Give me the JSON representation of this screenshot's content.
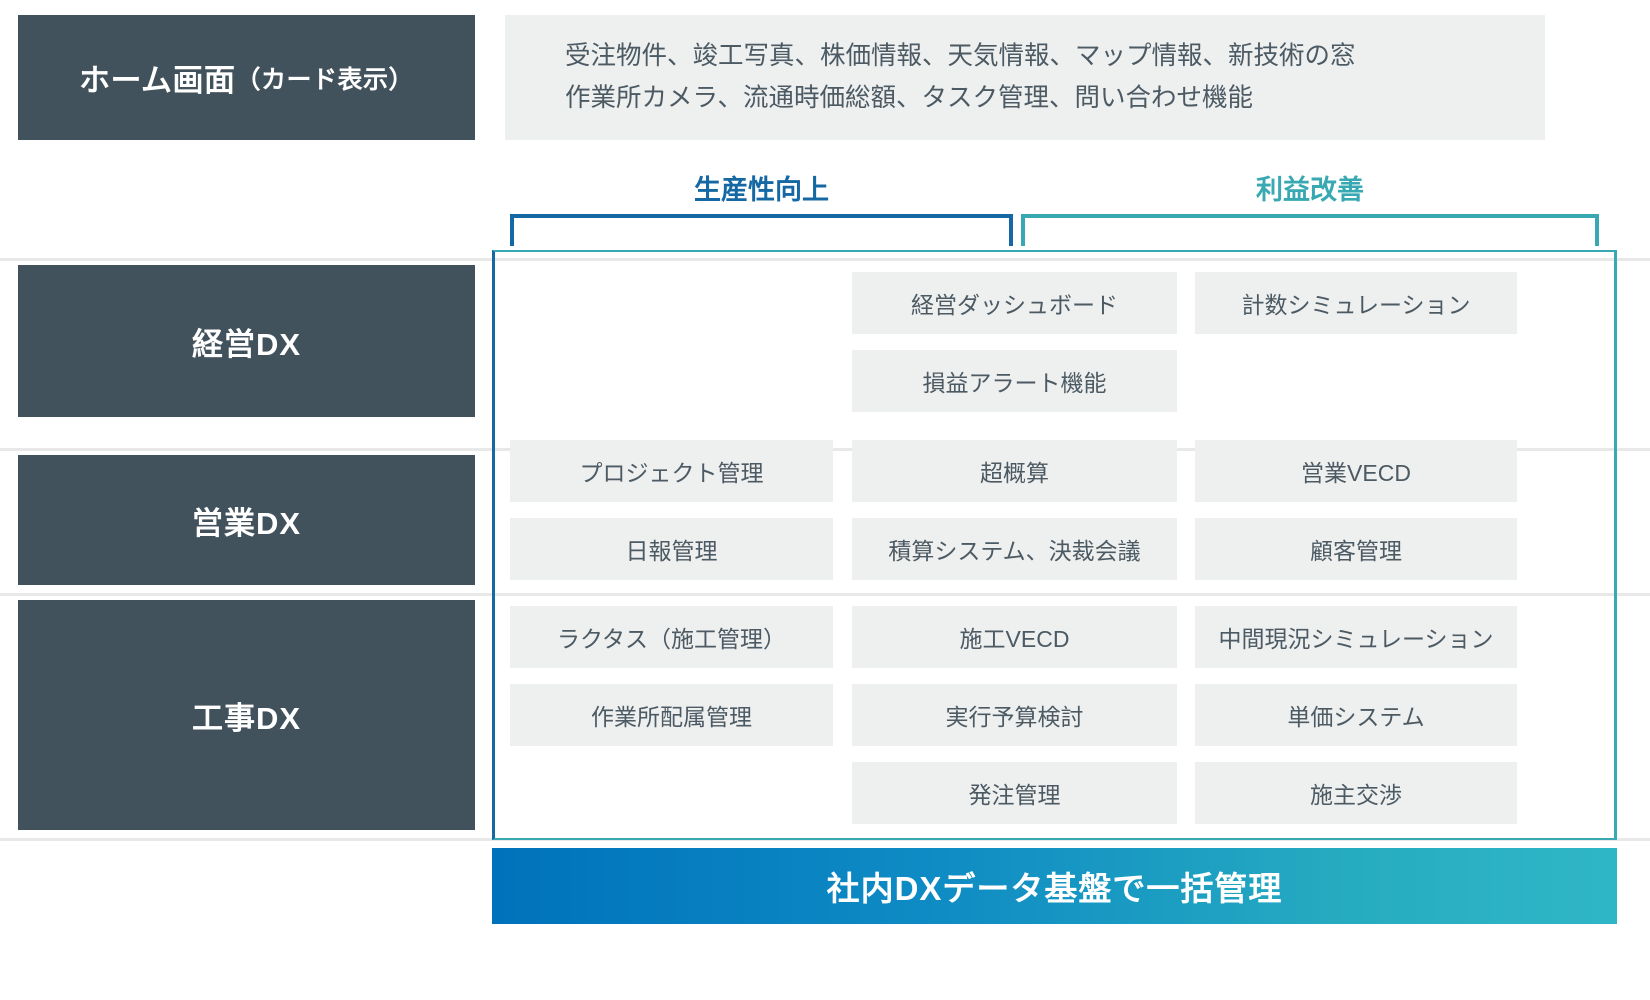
{
  "header": {
    "home_card_main": "ホーム画面",
    "home_card_sub": "（カード表示）",
    "description_line1": "受注物件、竣工写真、株価情報、天気情報、マップ情報、新技術の窓",
    "description_line2": "作業所カメラ、流通時価総額、タスク管理、問い合わせ機能"
  },
  "brackets": [
    {
      "label": "生産性向上",
      "color": "#1568a4"
    },
    {
      "label": "利益改善",
      "color": "#38a8b2"
    }
  ],
  "rows": [
    {
      "label": "経営DX",
      "col1": [],
      "col2": [
        "経営ダッシュボード",
        "損益アラート機能"
      ],
      "col3": [
        "計数シミュレーション"
      ]
    },
    {
      "label": "営業DX",
      "col1": [
        "プロジェクト管理",
        "日報管理"
      ],
      "col2": [
        "超概算",
        "積算システム、決裁会議"
      ],
      "col3": [
        "営業VECD",
        "顧客管理"
      ]
    },
    {
      "label": "工事DX",
      "col1": [
        "ラクタス（施工管理）",
        "作業所配属管理"
      ],
      "col2": [
        "施工VECD",
        "実行予算検討",
        "発注管理"
      ],
      "col3": [
        "中間現況シミュレーション",
        "単価システム",
        "施主交渉"
      ]
    }
  ],
  "banner": {
    "label": "社内DXデータ基盤で一括管理"
  },
  "colors": {
    "label_block": "#42525c",
    "chip_bg": "#eeefef",
    "productivity": "#1568a4",
    "profit": "#38a8b2",
    "banner_start": "#0072bc",
    "banner_end": "#2fb6c6"
  }
}
